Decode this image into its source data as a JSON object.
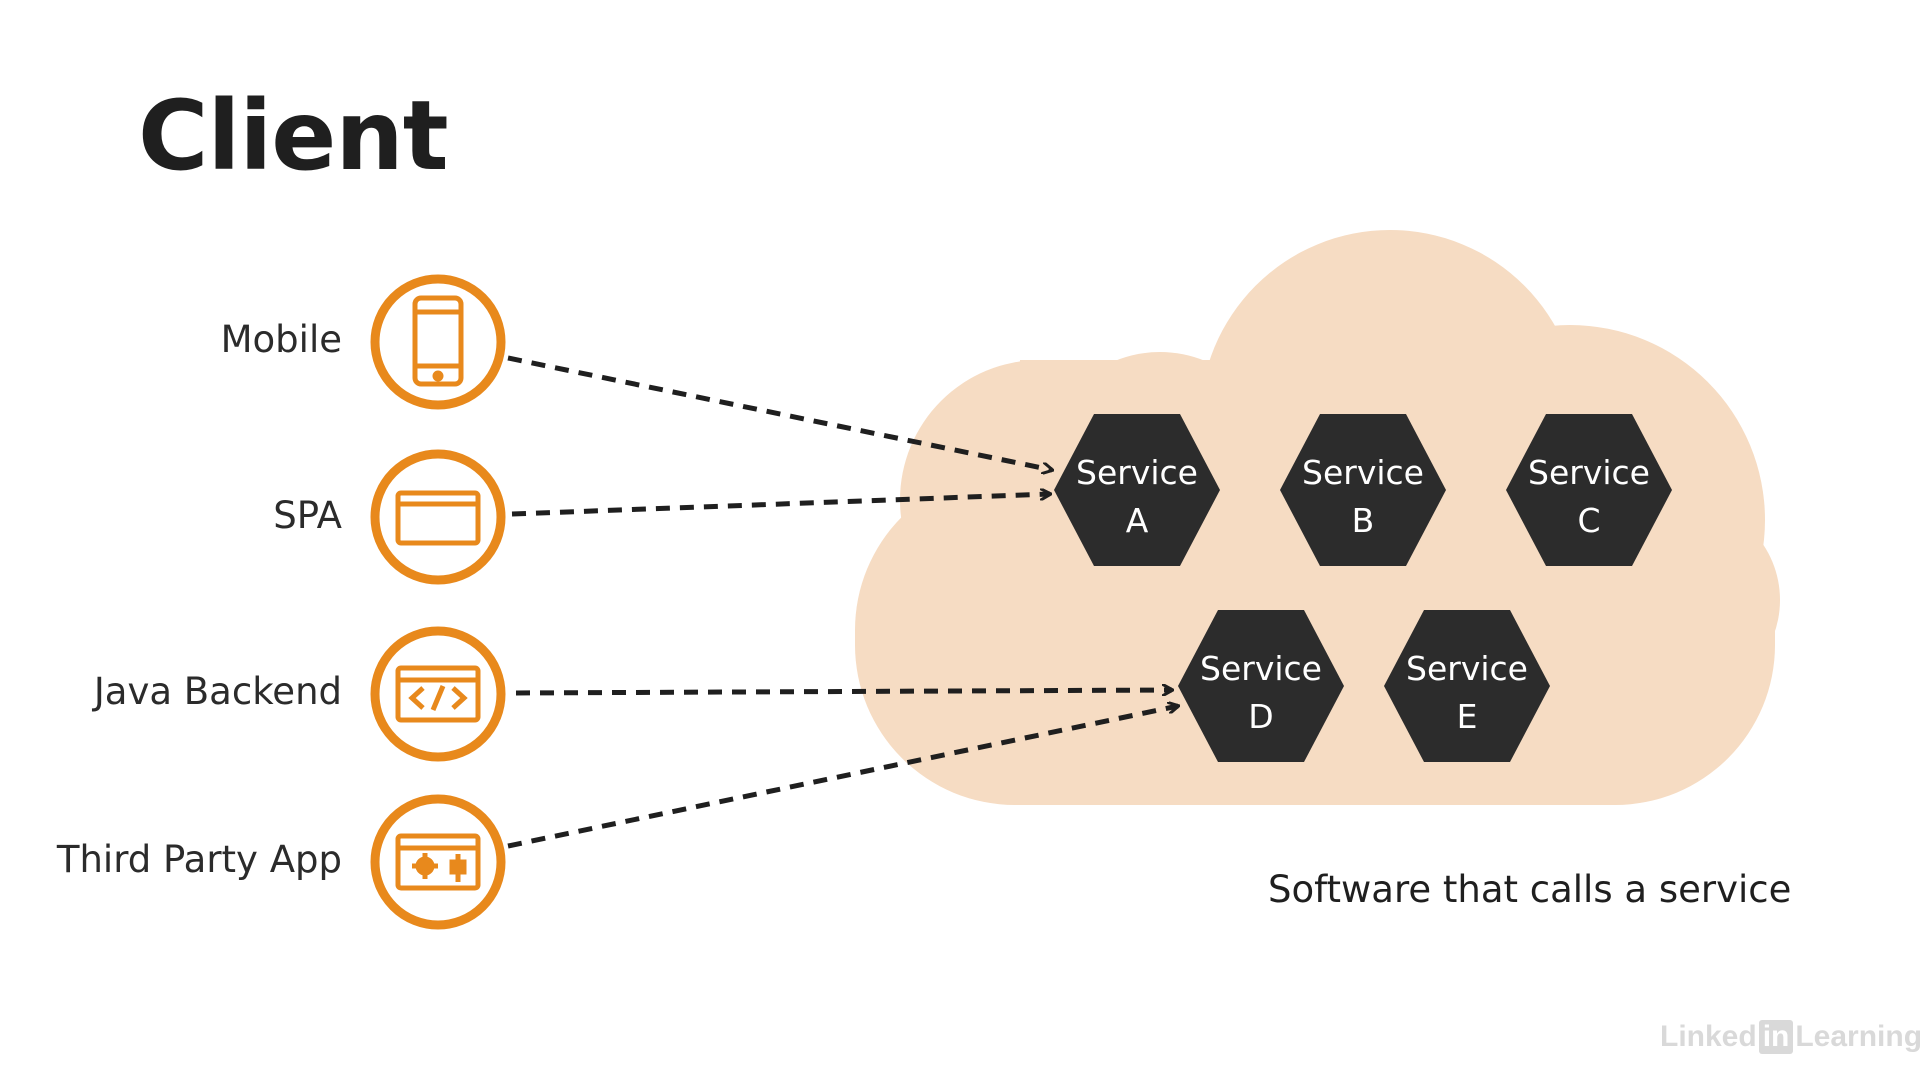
{
  "title": "Client",
  "clients": [
    {
      "label": "Mobile",
      "icon": "mobile-phone-icon"
    },
    {
      "label": "SPA",
      "icon": "browser-window-icon"
    },
    {
      "label": "Java Backend",
      "icon": "code-window-icon"
    },
    {
      "label": "Third Party App",
      "icon": "gear-plug-window-icon"
    }
  ],
  "services": [
    {
      "line1": "Service",
      "line2": "A"
    },
    {
      "line1": "Service",
      "line2": "B"
    },
    {
      "line1": "Service",
      "line2": "C"
    },
    {
      "line1": "Service",
      "line2": "D"
    },
    {
      "line1": "Service",
      "line2": "E"
    }
  ],
  "caption": "Software that calls a service",
  "watermark": {
    "left": "Linked",
    "box": "in",
    "right": "Learning"
  },
  "colors": {
    "accent": "#e8891c",
    "cloud": "#f6dcc3",
    "hexagon": "#2c2c2c",
    "text": "#1f1f1f"
  }
}
